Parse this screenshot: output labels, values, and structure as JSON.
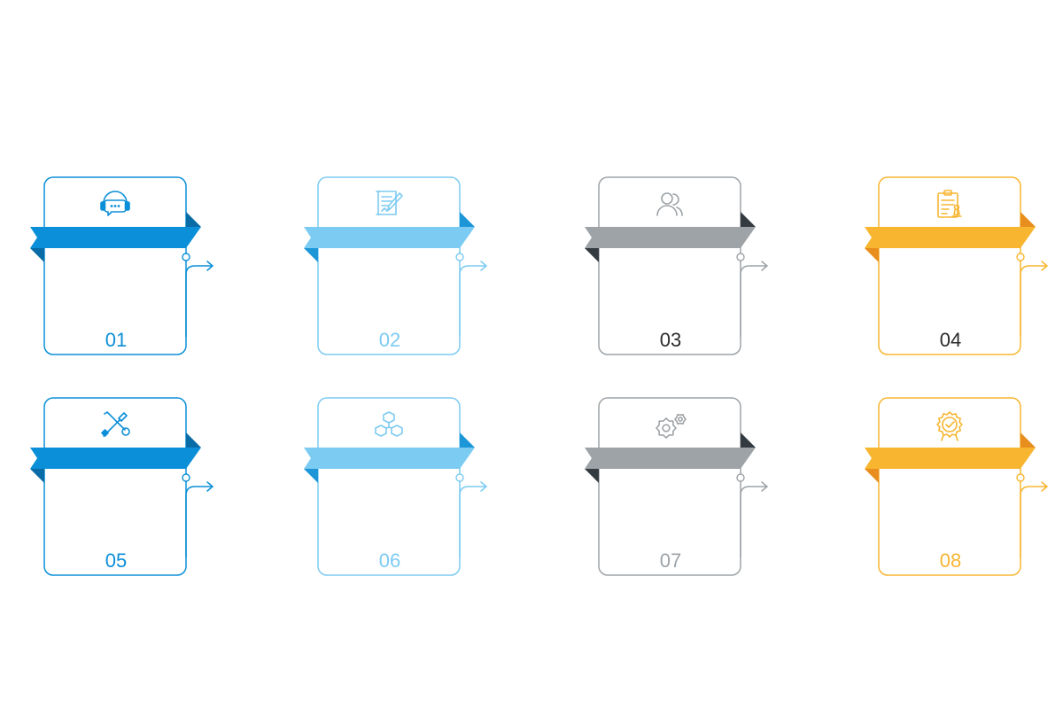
{
  "cards": [
    {
      "number": "01",
      "icon": "headset-chat-icon",
      "color": "#0B8FD8",
      "dark": "#0A6CA6",
      "number_color": "#0B8FD8"
    },
    {
      "number": "02",
      "icon": "document-pen-icon",
      "color": "#7CCBF2",
      "dark": "#1D96D8",
      "number_color": "#7CCBF2"
    },
    {
      "number": "03",
      "icon": "users-icon",
      "color": "#9EA3A7",
      "dark": "#333A40",
      "number_color": "#2B2B2B"
    },
    {
      "number": "04",
      "icon": "clipboard-chess-icon",
      "color": "#F8B530",
      "dark": "#E88E1E",
      "number_color": "#2B2B2B"
    },
    {
      "number": "05",
      "icon": "wrench-screwdriver-icon",
      "color": "#0B8FD8",
      "dark": "#0A6CA6",
      "number_color": "#0B8FD8"
    },
    {
      "number": "06",
      "icon": "boxes-network-icon",
      "color": "#7CCBF2",
      "dark": "#1D96D8",
      "number_color": "#7CCBF2"
    },
    {
      "number": "07",
      "icon": "gears-icon",
      "color": "#9EA3A7",
      "dark": "#333A40",
      "number_color": "#9EA3A7"
    },
    {
      "number": "08",
      "icon": "badge-check-icon",
      "color": "#F8B530",
      "dark": "#E88E1E",
      "number_color": "#F8B530"
    }
  ]
}
